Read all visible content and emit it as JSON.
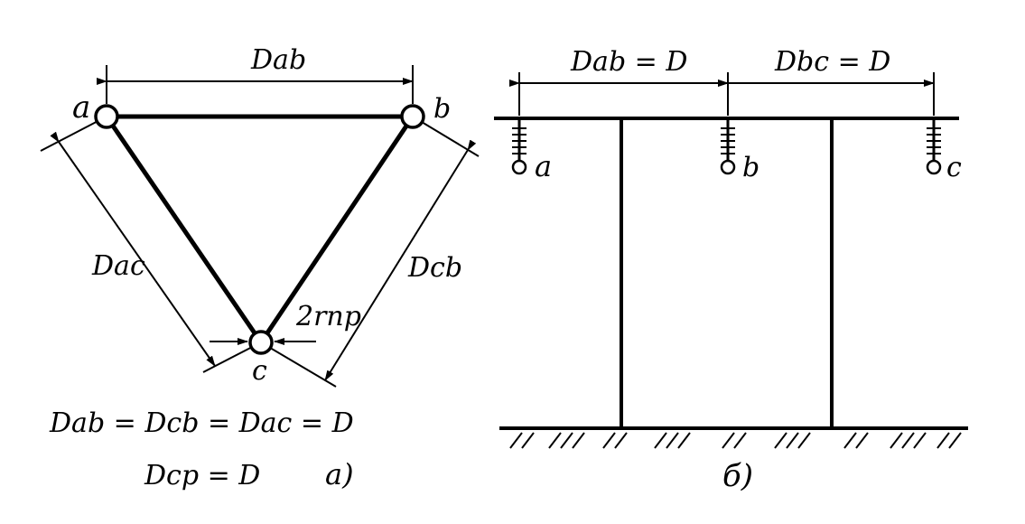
{
  "diagram_a": {
    "node_labels": {
      "a": "a",
      "b": "b",
      "c": "c"
    },
    "dim_ab": "Dab",
    "dim_ac": "Dac",
    "dim_cb": "Dcb",
    "conductor_dia": "2rпр",
    "equation_equal": "Dab = Dcb = Dac = D",
    "equation_avg": "Dср = D",
    "caption": "a)"
  },
  "diagram_b": {
    "dim_ab": "Dab = D",
    "dim_bc": "Dbc = D",
    "phase_labels": {
      "a": "a",
      "b": "b",
      "c": "c"
    },
    "caption": "б)"
  }
}
